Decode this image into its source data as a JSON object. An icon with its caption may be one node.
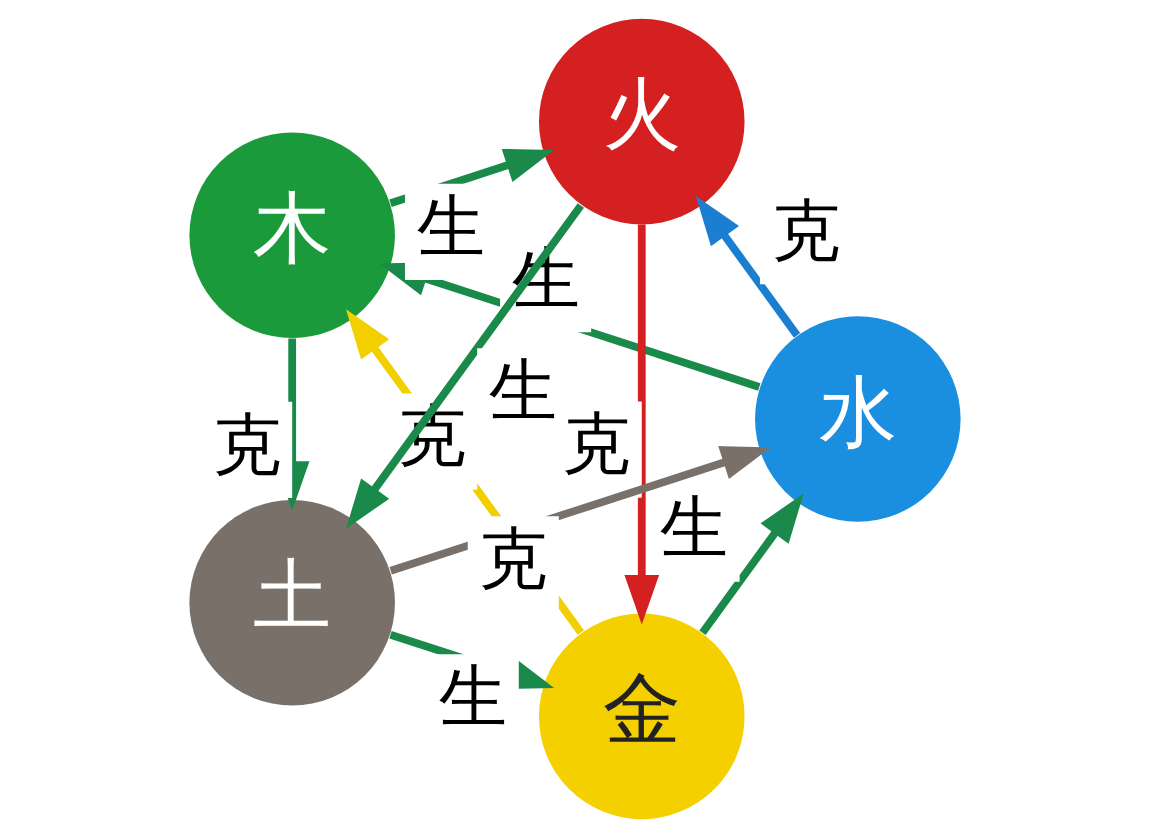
{
  "diagram": {
    "nodes": [
      {
        "text": [
          "金"
        ]
      },
      {
        "text": [
          "水"
        ]
      },
      {
        "text": [
          "木"
        ]
      },
      {
        "text": [
          "火"
        ]
      },
      {
        "text": [
          "土"
        ]
      }
    ],
    "edges": [
      {
        "from": 0,
        "to": 1,
        "arrow": "to",
        "label": "生"
      },
      {
        "from": 1,
        "to": 2,
        "arrow": "to",
        "label": "生"
      },
      {
        "from": 2,
        "to": 3,
        "arrow": "to",
        "label": "生"
      },
      {
        "from": 3,
        "to": 4,
        "arrow": "to",
        "label": "生"
      },
      {
        "from": 4,
        "to": 0,
        "arrow": "to",
        "label": "生"
      },
      {
        "from": 0,
        "to": 2,
        "arrow": "to",
        "label": "克",
        "color": "#f2d000"
      },
      {
        "from": 2,
        "to": 4,
        "arrow": "to",
        "label": "克"
      },
      {
        "from": 4,
        "to": 1,
        "arrow": "to",
        "label": "克",
        "color": "#7a706a"
      },
      {
        "from": 1,
        "to": 3,
        "arrow": "to",
        "label": "克",
        "color": "#1a7fd0"
      },
      {
        "from": 3,
        "to": 0,
        "arrow": "to",
        "label": "克",
        "color": "#d42020"
      }
    ]
  }
}
